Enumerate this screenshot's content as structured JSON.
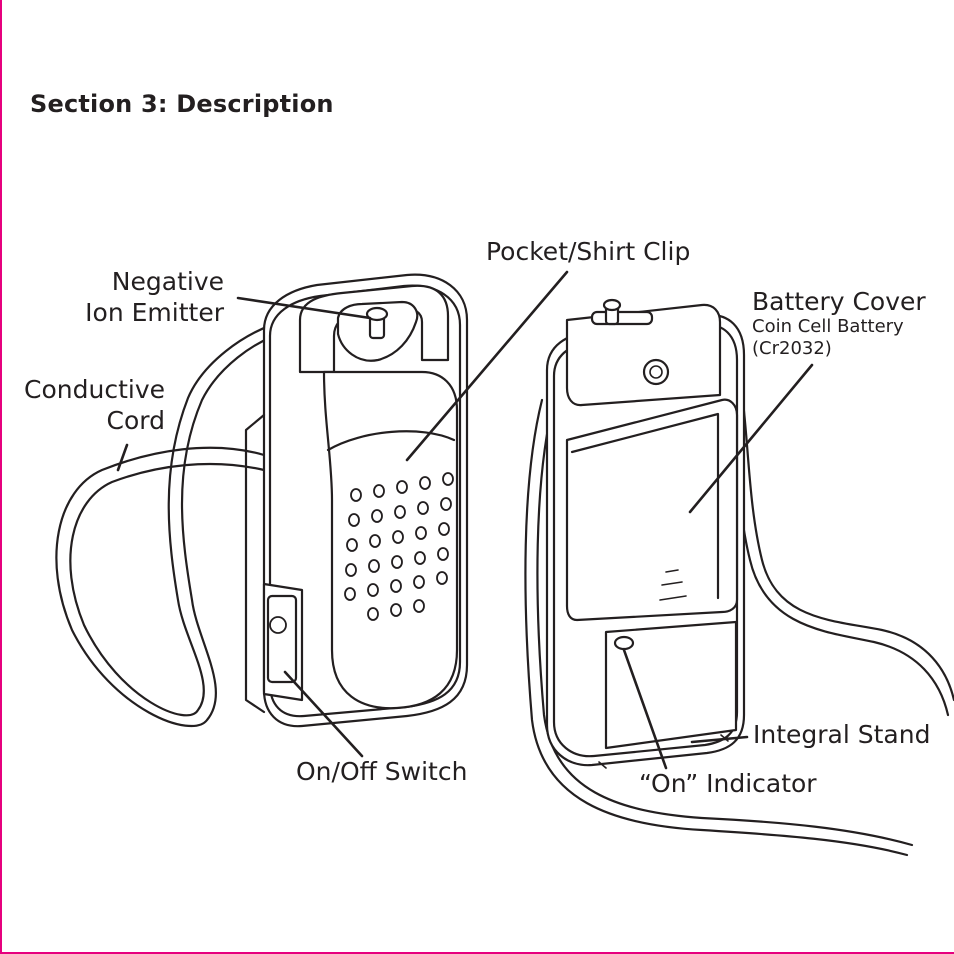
{
  "section": {
    "title": "Section 3: Description"
  },
  "labels": {
    "negative_ion_emitter": [
      "Negative",
      "Ion Emitter"
    ],
    "conductive_cord": [
      "Conductive",
      "Cord"
    ],
    "pocket_shirt_clip": "Pocket/Shirt Clip",
    "battery_cover": "Battery Cover",
    "battery_cover_note": [
      "Coin Cell Battery",
      "(Cr2032)"
    ],
    "on_off_switch": "On/Off Switch",
    "integral_stand": "Integral Stand",
    "on_indicator": "“On” Indicator"
  },
  "colors": {
    "frame": "#e6007e",
    "ink": "#231f20",
    "background": "#ffffff"
  }
}
